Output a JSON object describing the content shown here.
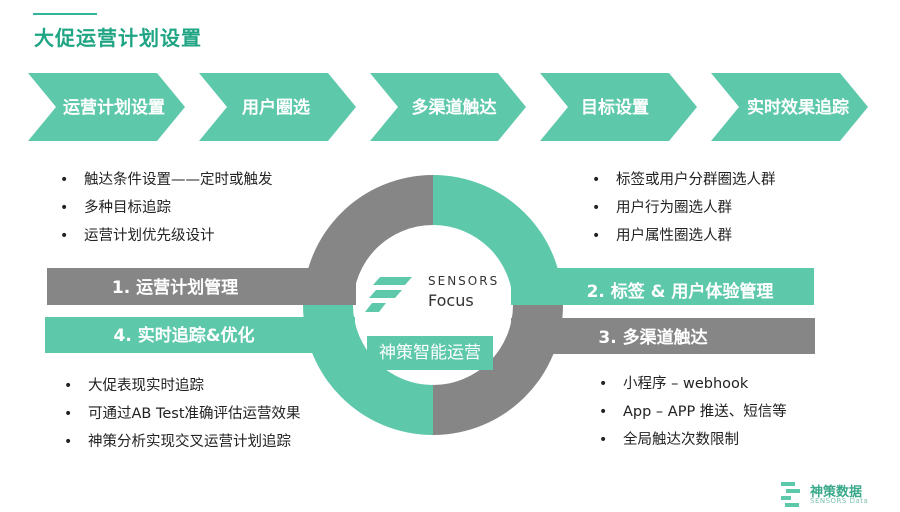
{
  "title": "大促运营计划设置",
  "steps": [
    "运营计划设置",
    "用户圈选",
    "多渠道触达",
    "目标设置",
    "实时效果追踪"
  ],
  "bars": {
    "manage": "1. 运营计划管理",
    "tags": "2. 标签 & 用户体验管理",
    "channels": "3. 多渠道触达",
    "tracking": "4. 实时追踪&优化"
  },
  "bullets_top_left": [
    "触达条件设置——定时或触发",
    "多种目标追踪",
    "运营计划优先级设计"
  ],
  "bullets_top_right": [
    "标签或用户分群圈选人群",
    "用户行为圈选人群",
    "用户属性圈选人群"
  ],
  "bullets_bottom_left": [
    "大促表现实时追踪",
    "可通过AB Test准确评估运营效果",
    "神策分析实现交叉运营计划追踪"
  ],
  "bullets_bottom_right": [
    "小程序 – webhook",
    "App – APP 推送、短信等",
    "全局触达次数限制"
  ],
  "center": {
    "brand_top": "SENSORS",
    "brand_bottom": "Focus",
    "badge": "神策智能运营"
  },
  "footer": {
    "brand_cn": "神策数据",
    "brand_en": "SENSORS Data"
  },
  "colors": {
    "teal": "#5ec8ab",
    "gray": "#868686",
    "title_green": "#20a584"
  },
  "icons": [
    "sensors-focus-logo-icon",
    "sensors-data-logo-icon"
  ]
}
